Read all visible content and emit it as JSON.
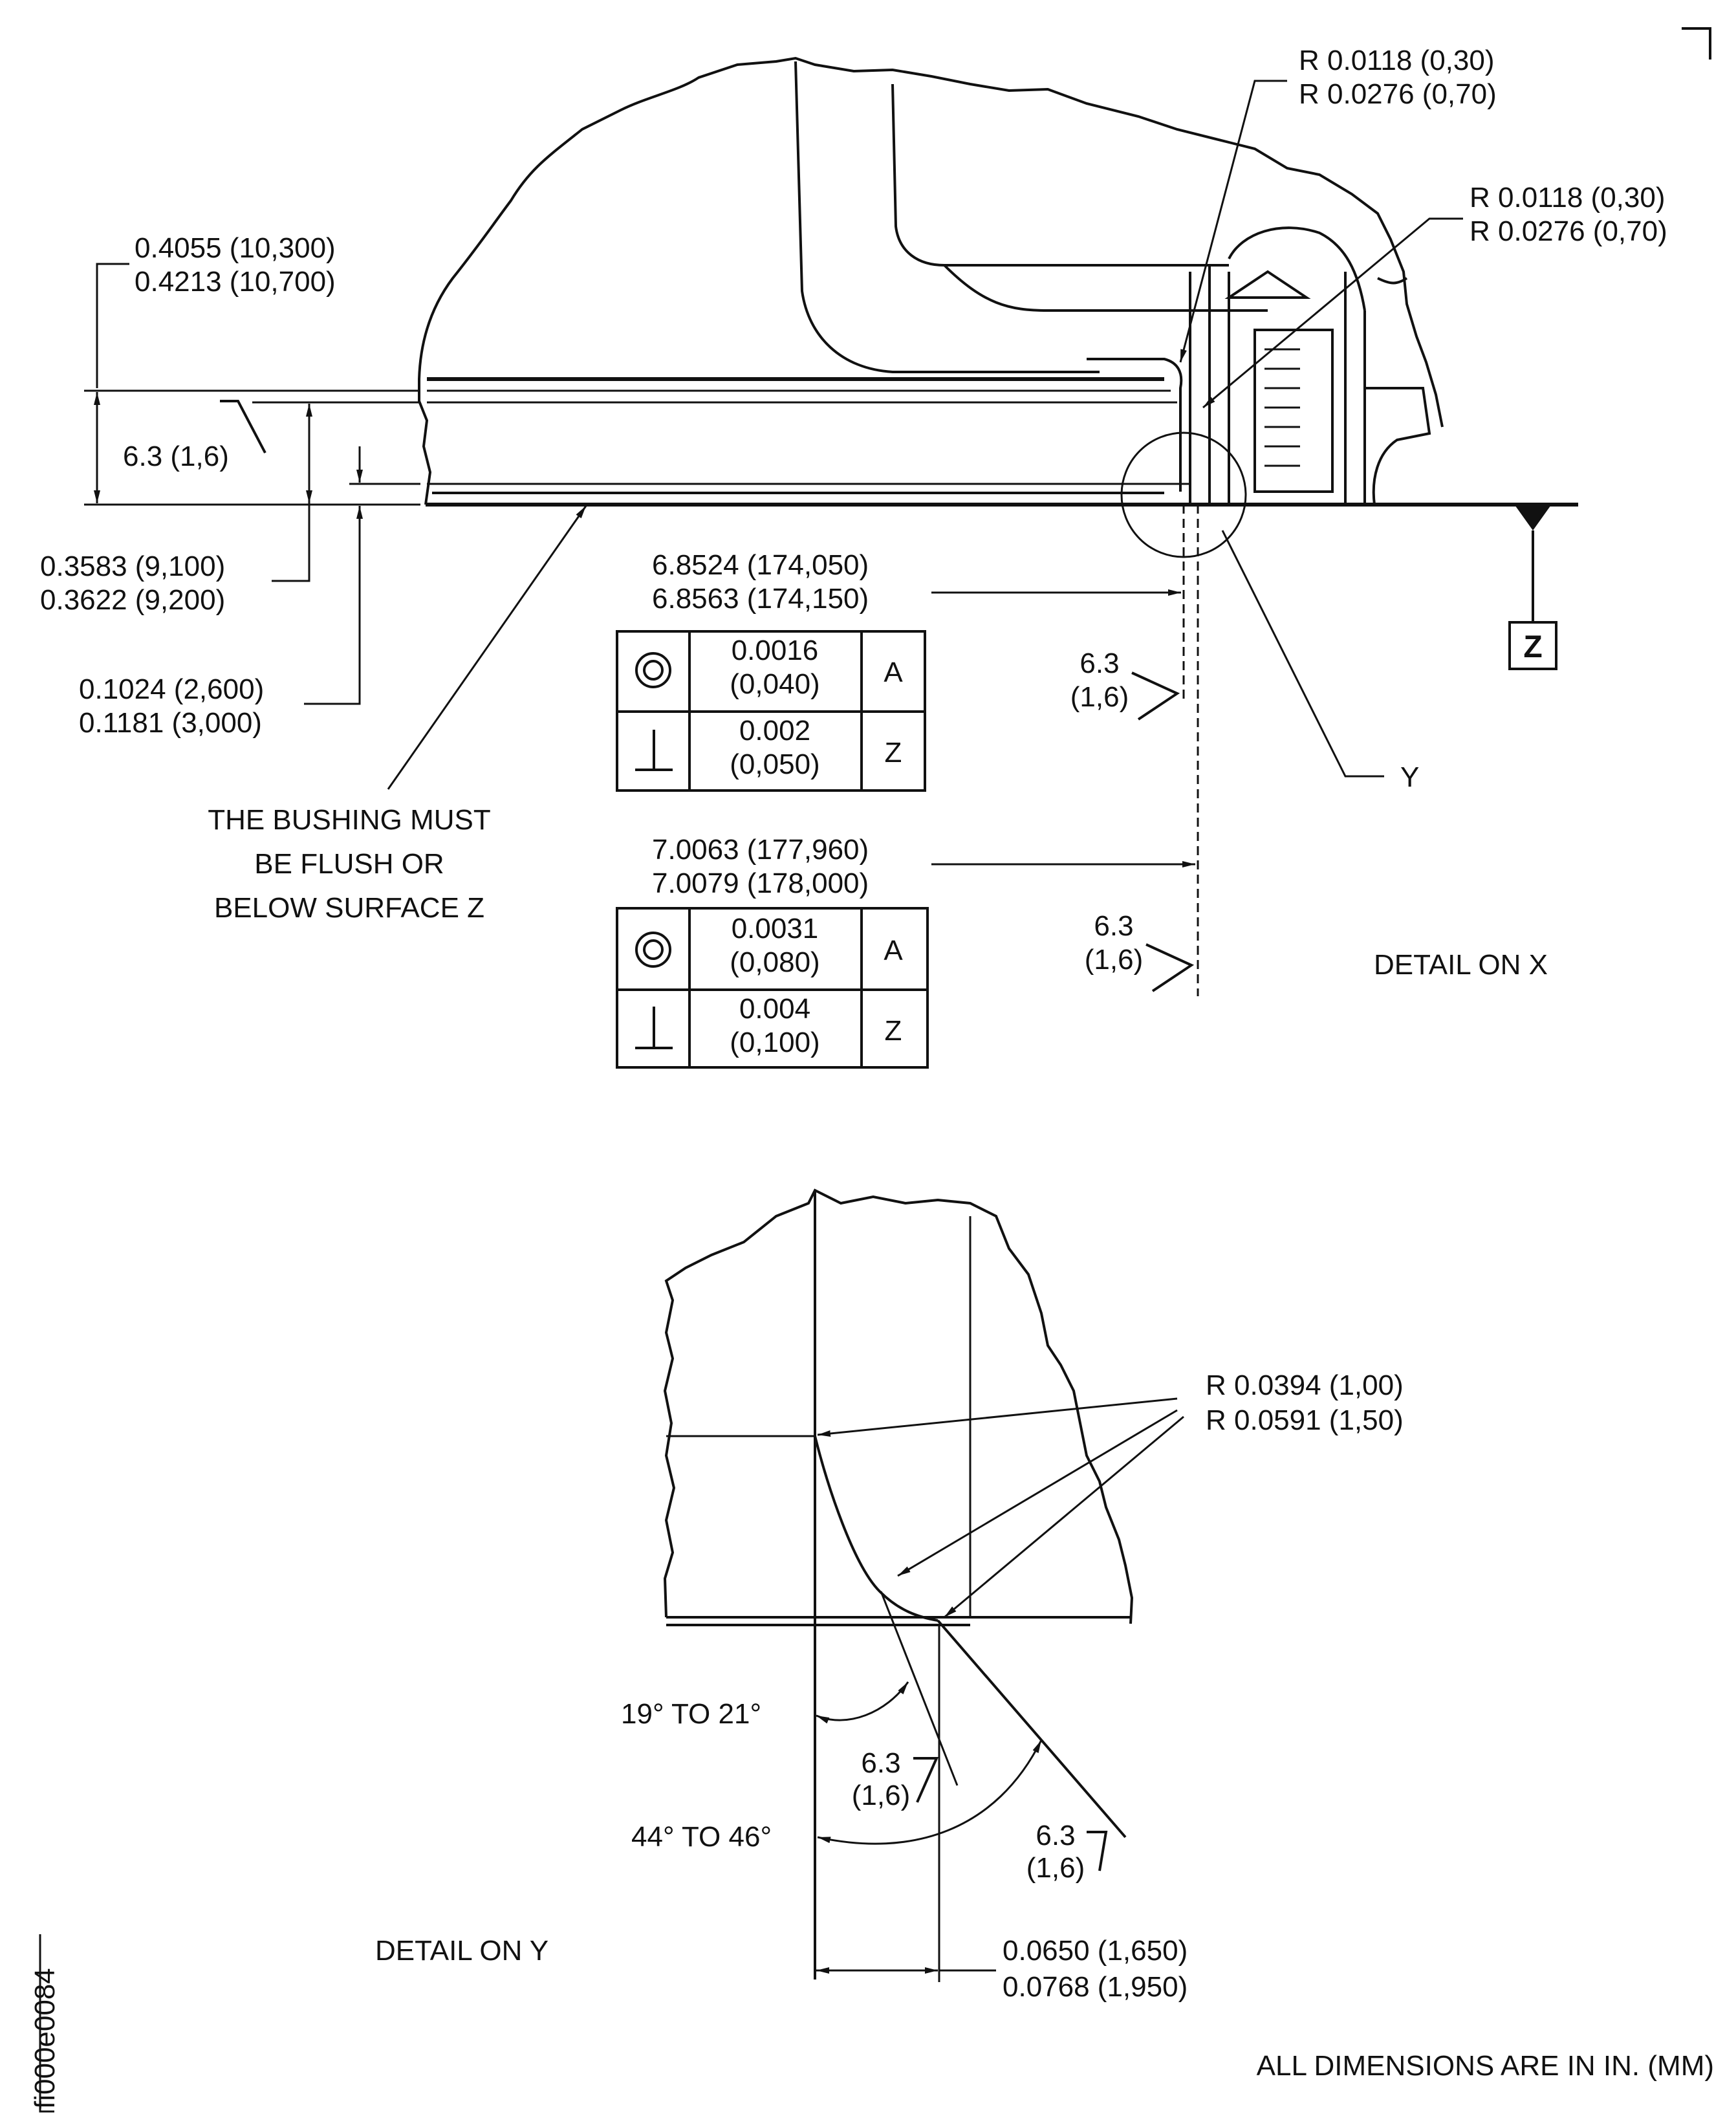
{
  "detail_x": {
    "title": "DETAIL ON X",
    "radius_top_1": "R 0.0118 (0,30)",
    "radius_top_2": "R 0.0276 (0,70)",
    "radius_right_1": "R 0.0118 (0,30)",
    "radius_right_2": "R 0.0276 (0,70)",
    "dim_height_1": "0.4055 (10,300)",
    "dim_height_2": "0.4213 (10,700)",
    "roughness_left": "6.3 (1,6)",
    "dim_depth_1": "0.3583 (9,100)",
    "dim_depth_2": "0.3622 (9,200)",
    "dim_small_1": "0.1024 (2,600)",
    "dim_small_2": "0.1181 (3,000)",
    "dim_dia1_1": "6.8524 (174,050)",
    "dim_dia1_2": "6.8563 (174,150)",
    "dim_dia2_1": "7.0063 (177,960)",
    "dim_dia2_2": "7.0079 (178,000)",
    "rough_mid_1a": "6.3",
    "rough_mid_1b": "(1,6)",
    "rough_mid_2a": "6.3",
    "rough_mid_2b": "(1,6)",
    "note_1": "THE BUSHING MUST",
    "note_2": "BE FLUSH  OR",
    "note_3": "BELOW SURFACE Z",
    "datum_label": "Z",
    "detail_ref": "Y",
    "fcf1": {
      "row1_val1": "0.0016",
      "row1_val2": "(0,040)",
      "row1_datum": "A",
      "row2_val1": "0.002",
      "row2_val2": "(0,050)",
      "row2_datum": "Z"
    },
    "fcf2": {
      "row1_val1": "0.0031",
      "row1_val2": "(0,080)",
      "row1_datum": "A",
      "row2_val1": "0.004",
      "row2_val2": "(0,100)",
      "row2_datum": "Z"
    }
  },
  "detail_y": {
    "title": "DETAIL ON Y",
    "radius_1": "R 0.0394 (1,00)",
    "radius_2": "R 0.0591 (1,50)",
    "angle_1": "19° TO 21°",
    "angle_2": "44° TO 46°",
    "rough_1a": "6.3",
    "rough_1b": "(1,6)",
    "rough_2a": "6.3",
    "rough_2b": "(1,6)",
    "dim_1": "0.0650 (1,650)",
    "dim_2": "0.0768 (1,950)"
  },
  "footer": {
    "units_note": "ALL DIMENSIONS ARE IN IN. (MM)",
    "figure_id": "fi000e0084"
  }
}
